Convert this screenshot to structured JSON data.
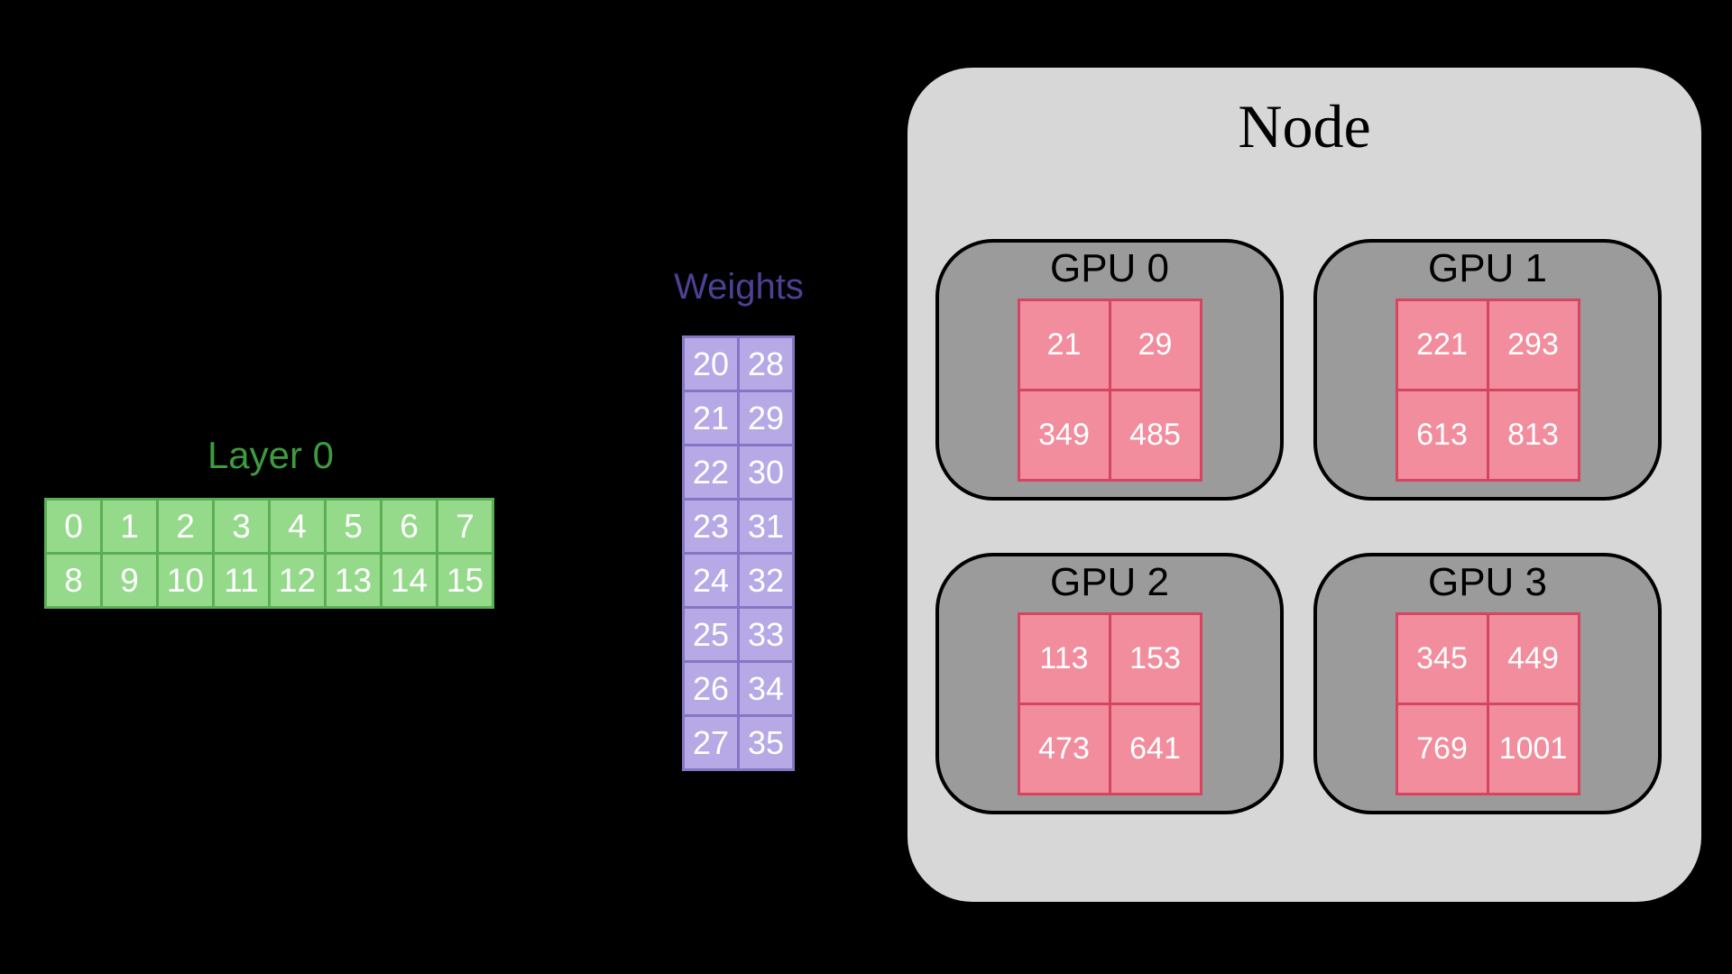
{
  "colors": {
    "background": "#000000",
    "layer0_fill": "#95da8b",
    "layer0_border": "#5bae53",
    "layer0_title": "#3d9b40",
    "weights_fill": "#b6a9e6",
    "weights_border": "#8476c4",
    "weights_title": "#4c4194",
    "node_fill": "#d7d7d7",
    "gpu_fill": "#9b9b9b",
    "gpu_border": "#000000",
    "tile_fill": "#f18d9d",
    "tile_border": "#d64560",
    "cell_text": "#ffffff"
  },
  "layer0": {
    "title": "Layer 0",
    "rows": [
      [
        "0",
        "1",
        "2",
        "3",
        "4",
        "5",
        "6",
        "7"
      ],
      [
        "8",
        "9",
        "10",
        "11",
        "12",
        "13",
        "14",
        "15"
      ]
    ]
  },
  "weights": {
    "title": "Weights",
    "rows": [
      [
        "20",
        "28"
      ],
      [
        "21",
        "29"
      ],
      [
        "22",
        "30"
      ],
      [
        "23",
        "31"
      ],
      [
        "24",
        "32"
      ],
      [
        "25",
        "33"
      ],
      [
        "26",
        "34"
      ],
      [
        "27",
        "35"
      ]
    ]
  },
  "node": {
    "title": "Node",
    "gpus": [
      {
        "label": "GPU 0",
        "grid": [
          [
            "21",
            "29"
          ],
          [
            "349",
            "485"
          ]
        ]
      },
      {
        "label": "GPU 1",
        "grid": [
          [
            "221",
            "293"
          ],
          [
            "613",
            "813"
          ]
        ]
      },
      {
        "label": "GPU 2",
        "grid": [
          [
            "113",
            "153"
          ],
          [
            "473",
            "641"
          ]
        ]
      },
      {
        "label": "GPU 3",
        "grid": [
          [
            "345",
            "449"
          ],
          [
            "769",
            "1001"
          ]
        ]
      }
    ]
  }
}
